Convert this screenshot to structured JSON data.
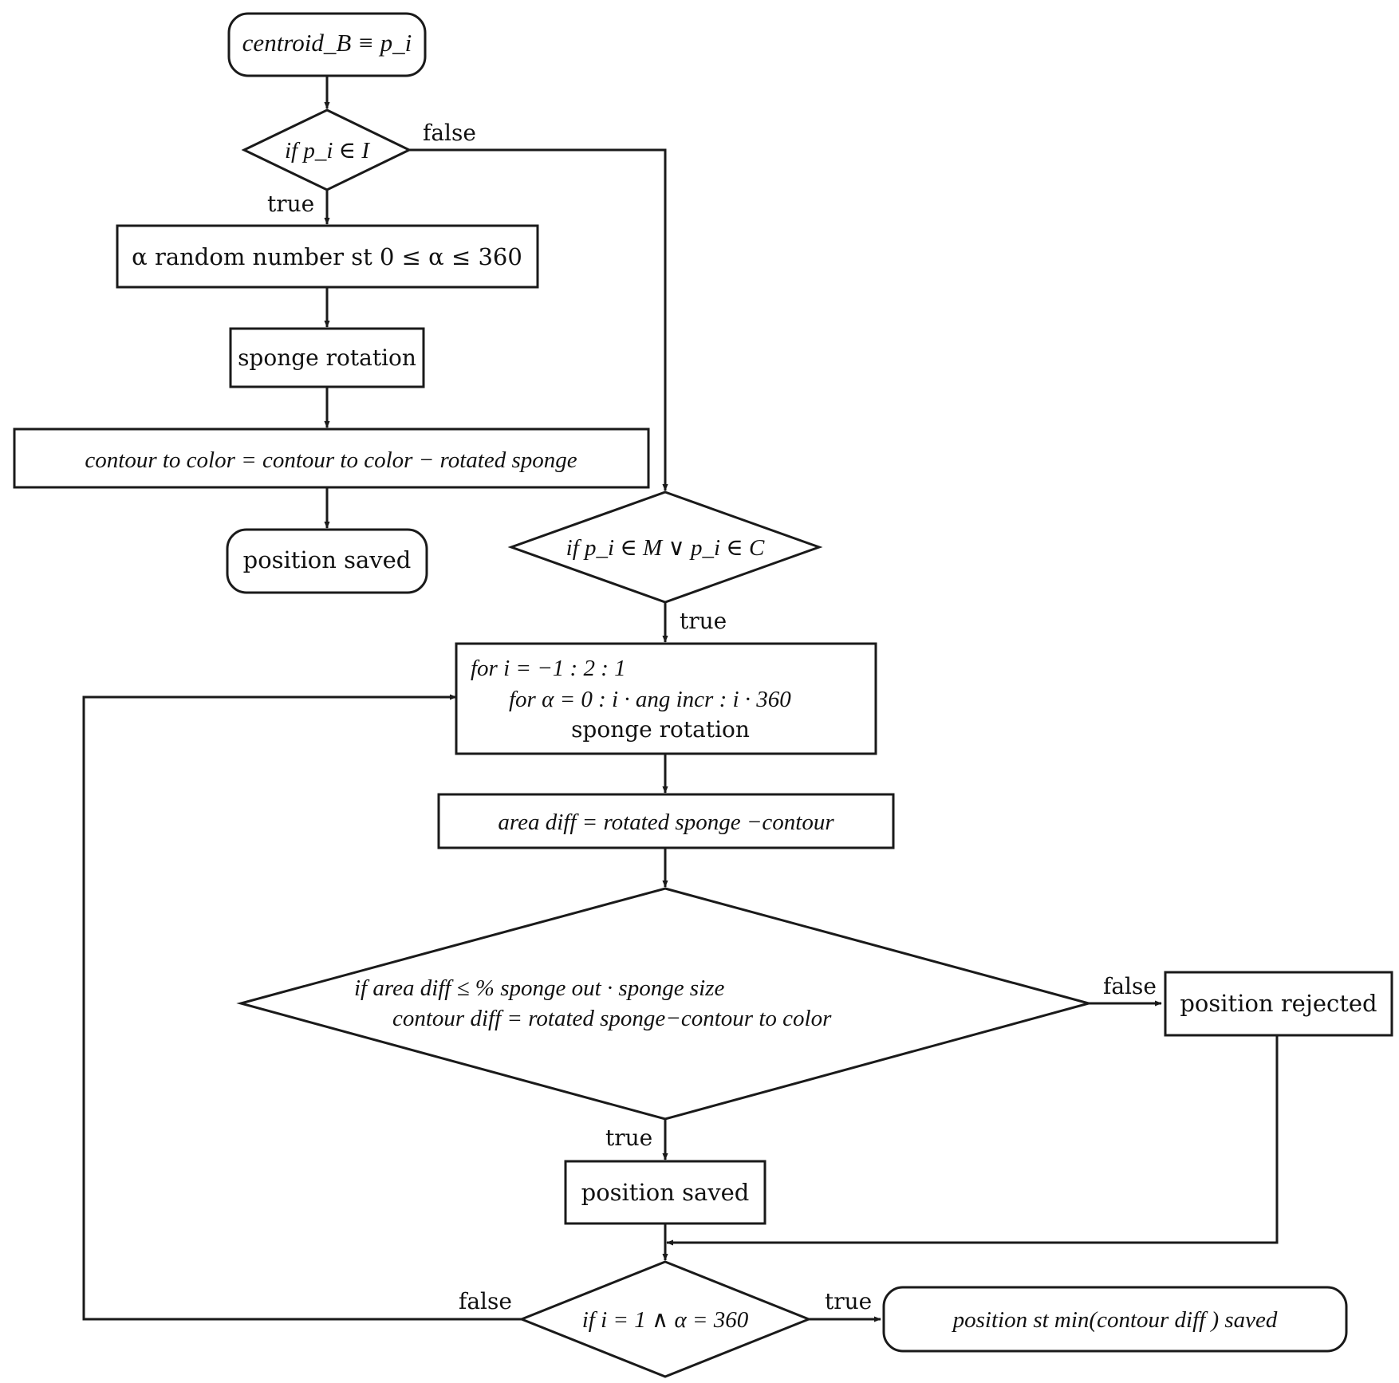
{
  "nodes": {
    "start": "centroid_B ≡ p_i",
    "decision_in_image": "if p_i ∈ I",
    "random_alpha": "α random number st 0 ≤ α ≤ 360",
    "sponge_rotation_1": "sponge rotation",
    "update_contour": "contour to color = contour to color − rotated sponge",
    "position_saved_1": "position saved",
    "decision_in_mc": "if p_i ∈ M ∨ p_i ∈ C",
    "for_loop": {
      "line1": "for i = −1 : 2 : 1",
      "line2": "for α = 0 : i · ang incr : i · 360",
      "line3": "sponge rotation"
    },
    "area_diff": "area diff = rotated sponge −contour",
    "decision_area": {
      "line1": "if area diff ≤   % sponge out · sponge size",
      "line2": "contour diff   = rotated sponge−contour to color"
    },
    "position_rejected": "position rejected",
    "position_saved_2": "position saved",
    "decision_end": "if i = 1 ∧ α = 360",
    "final": "position st min(contour diff ) saved"
  },
  "edge_labels": {
    "true": "true",
    "false": "false"
  }
}
